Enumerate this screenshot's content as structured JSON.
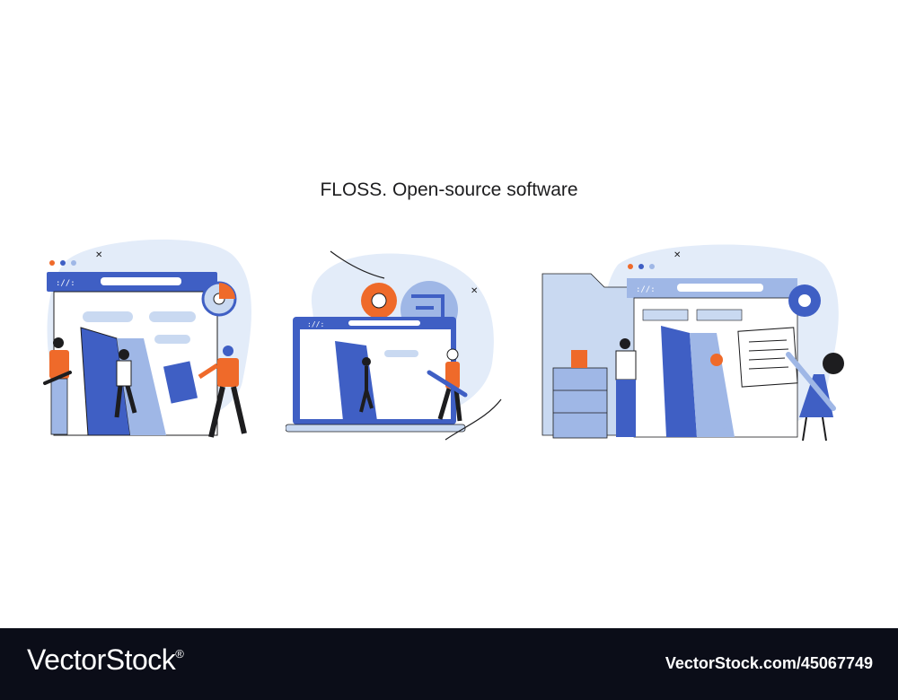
{
  "heading": "FLOSS. Open-source software",
  "scenes": [
    {
      "window_path": "://:"
    },
    {
      "window_path": "://:"
    },
    {
      "window_path": "://:"
    }
  ],
  "footer": {
    "brand": "VectorStock",
    "registered": "®",
    "image_id": "VectorStock.com/45067749"
  },
  "colors": {
    "blue": "#3f5fc4",
    "light_blue": "#c9d9f1",
    "pale_blue": "#e3ecf9",
    "orange": "#ef6a2a",
    "ink": "#1d1d1f",
    "footer_bg": "#0b0d18"
  },
  "icons": [
    "gear-icon",
    "wrench-icon",
    "door-icon",
    "file-cabinet-icon",
    "document-icon",
    "laptop-icon",
    "hand-icon",
    "maze-icon"
  ]
}
